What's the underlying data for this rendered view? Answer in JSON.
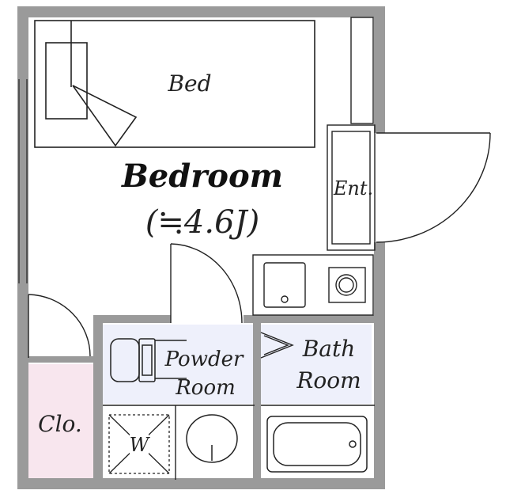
{
  "rooms": {
    "bedroom": {
      "name": "Bedroom",
      "size": "(≒4.6J)"
    },
    "bed": "Bed",
    "entrance": "Ent.",
    "powder_room": {
      "line1": "Powder",
      "line2": "Room"
    },
    "bath_room": {
      "line1": "Bath",
      "line2": "Room"
    },
    "closet": "Clo.",
    "washer": "W"
  },
  "colors": {
    "wall": "#9a9a9a",
    "line": "#222222",
    "wet_area_floor": "#eef0fb",
    "closet_floor": "#f8e6ee"
  }
}
